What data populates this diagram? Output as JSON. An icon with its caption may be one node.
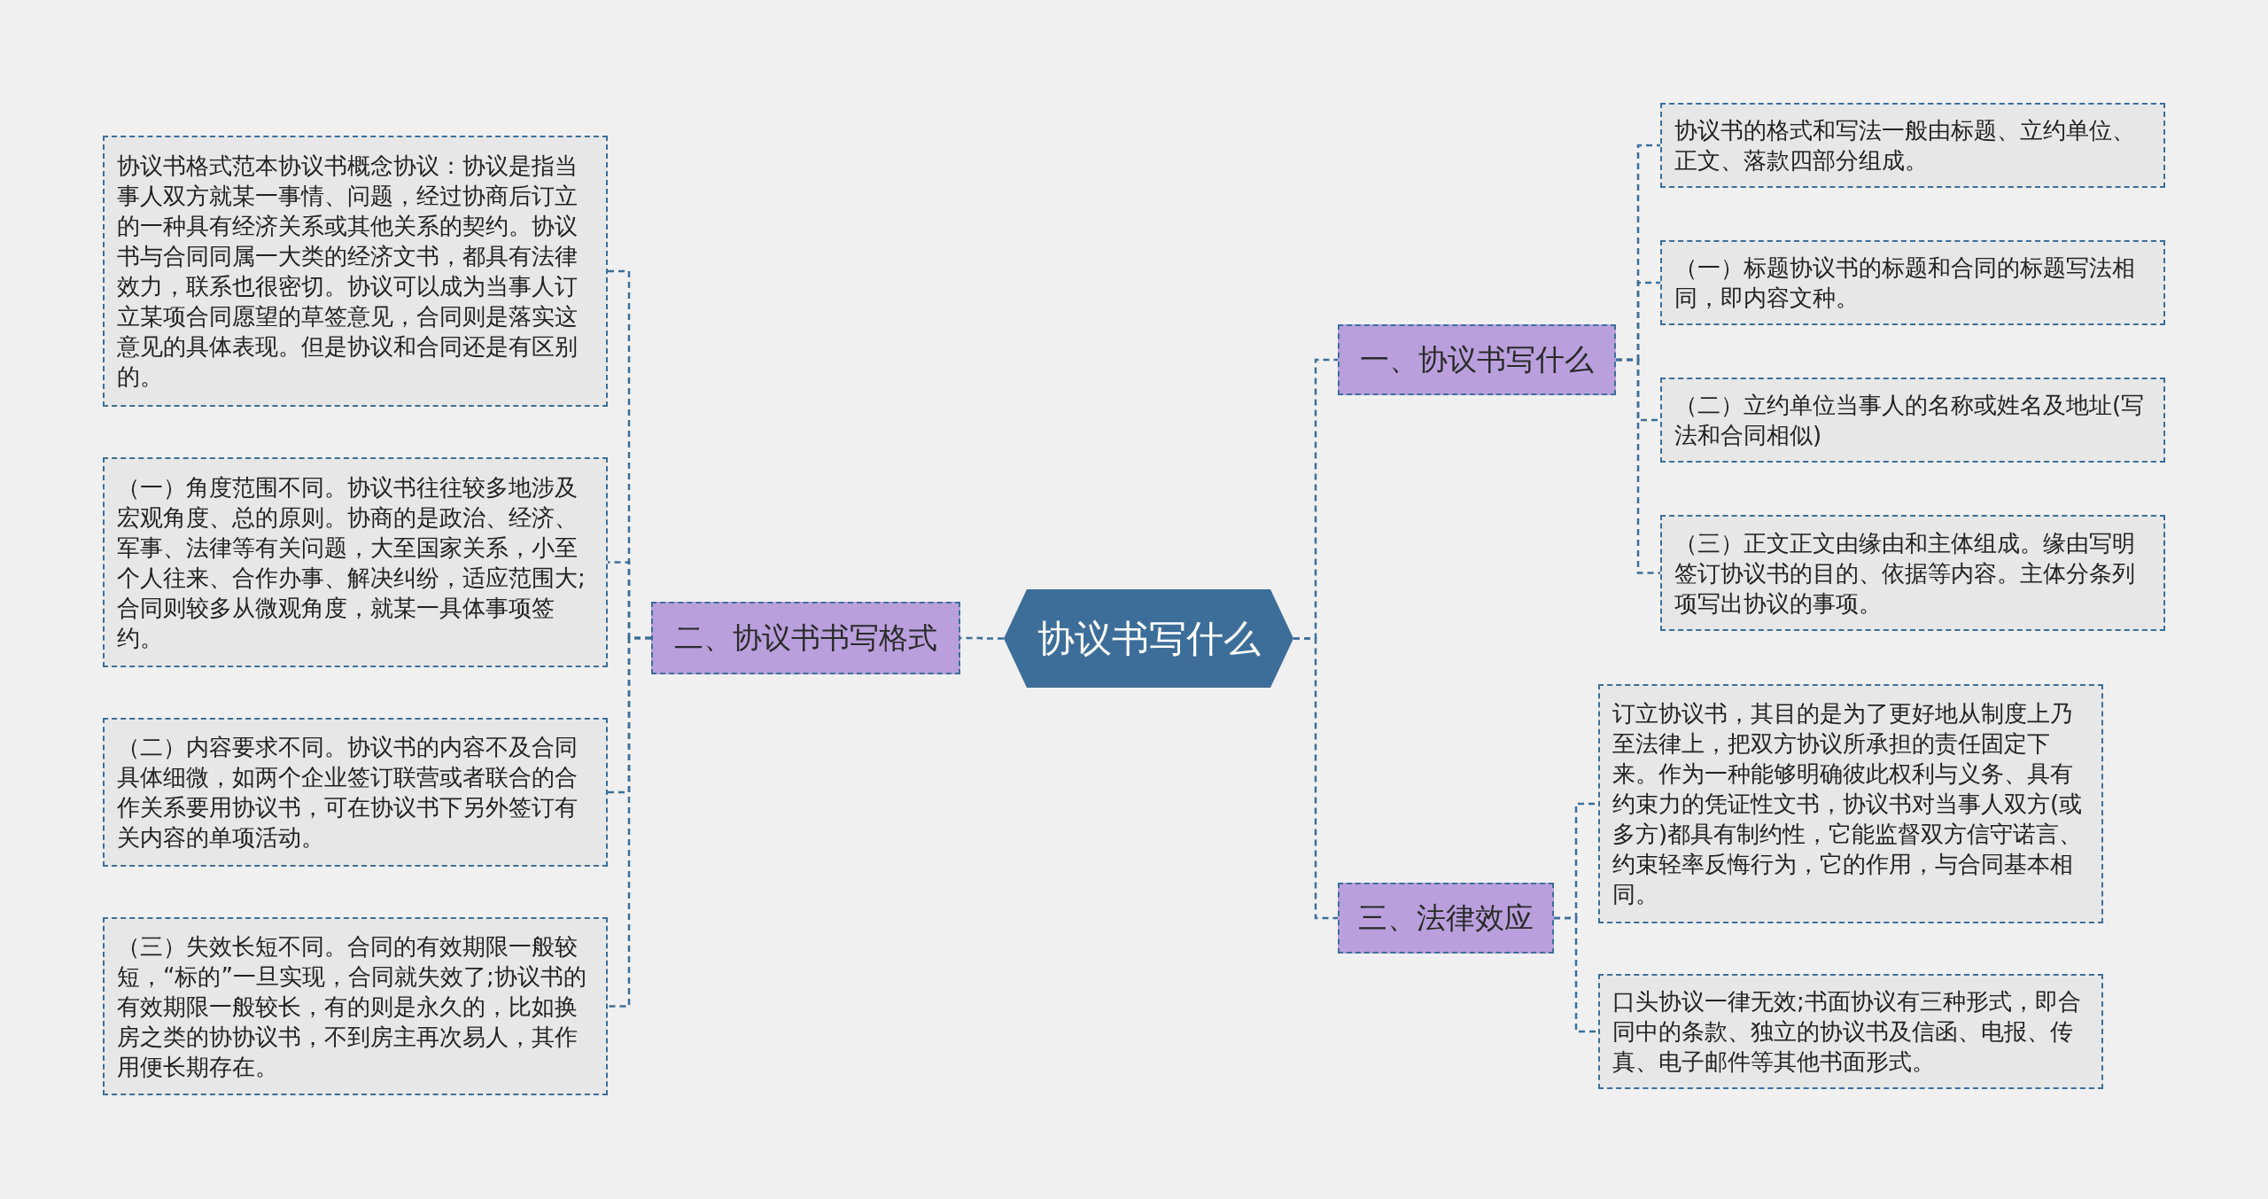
{
  "diagram": {
    "nodes": [
      {
        "text": [
          "协议书写什么"
        ]
      },
      {
        "text": [
          "一、协议书写什么"
        ]
      },
      {
        "text": [
          "协议书的格式和写法一般由标题、立约单位、正文、落款四部分组成。"
        ]
      },
      {
        "text": [
          "（一）标题协议书的标题和合同的标题写法相同，即内容文种。"
        ]
      },
      {
        "text": [
          "（二）立约单位当事人的名称或姓名及地址(写法和合同相似)"
        ]
      },
      {
        "text": [
          "（三）正文正文由缘由和主体组成。缘由写明签订协议书的目的、依据等内容。主体分条列项写出协议的事项。"
        ]
      },
      {
        "text": [
          "二、协议书书写格式"
        ]
      },
      {
        "text": [
          "协议书格式范本协议书概念协议：协议是指当事人双方就某一事情、问题，经过协商后订立的一种具有经济关系或其他关系的契约。协议书与合同同属一大类的经济文书，都具有法律效力，联系也很密切。协议可以成为当事人订立某项合同愿望的草签意见，合同则是落实这意见的具体表现。但是协议和合同还是有区别的。"
        ]
      },
      {
        "text": [
          "（一）角度范围不同。协议书往往较多地涉及宏观角度、总的原则。协商的是政治、经济、军事、法律等有关问题，大至国家关系，小至个人往来、合作办事、解决纠纷，适应范围大;合同则较多从微观角度，就某一具体事项签约。"
        ]
      },
      {
        "text": [
          "（二）内容要求不同。协议书的内容不及合同具体细微，如两个企业签订联营或者联合的合作关系要用协议书，可在协议书下另外签订有关内容的单项活动。"
        ]
      },
      {
        "text": [
          "（三）失效长短不同。合同的有效期限一般较短，“标的”一旦实现，合同就失效了;协议书的有效期限一般较长，有的则是永久的，比如换房之类的协协议书，不到房主再次易人，其作用便长期存在。"
        ]
      },
      {
        "text": [
          "三、法律效应"
        ]
      },
      {
        "text": [
          "订立协议书，其目的是为了更好地从制度上乃至法律上，把双方协议所承担的责任固定下来。作为一种能够明确彼此权利与义务、具有约束力的凭证性文书，协议书对当事人双方(或多方)都具有制约性，它能监督双方信守诺言、约束轻率反悔行为，它的作用，与合同基本相同。"
        ]
      },
      {
        "text": [
          "口头协议一律无效;书面协议有三种形式，即合同中的条款、独立的协议书及信函、电报、传真、电子邮件等其他书面形式。"
        ]
      }
    ],
    "edges": [
      {
        "from": 0,
        "to": 1,
        "arrow": "none"
      },
      {
        "from": 1,
        "to": 2,
        "arrow": "none"
      },
      {
        "from": 1,
        "to": 3,
        "arrow": "none"
      },
      {
        "from": 1,
        "to": 4,
        "arrow": "none"
      },
      {
        "from": 1,
        "to": 5,
        "arrow": "none"
      },
      {
        "from": 0,
        "to": 6,
        "arrow": "none"
      },
      {
        "from": 6,
        "to": 7,
        "arrow": "none"
      },
      {
        "from": 6,
        "to": 8,
        "arrow": "none"
      },
      {
        "from": 6,
        "to": 9,
        "arrow": "none"
      },
      {
        "from": 6,
        "to": 10,
        "arrow": "none"
      },
      {
        "from": 0,
        "to": 11,
        "arrow": "none"
      },
      {
        "from": 11,
        "to": 12,
        "arrow": "none"
      },
      {
        "from": 11,
        "to": 13,
        "arrow": "none"
      }
    ]
  }
}
